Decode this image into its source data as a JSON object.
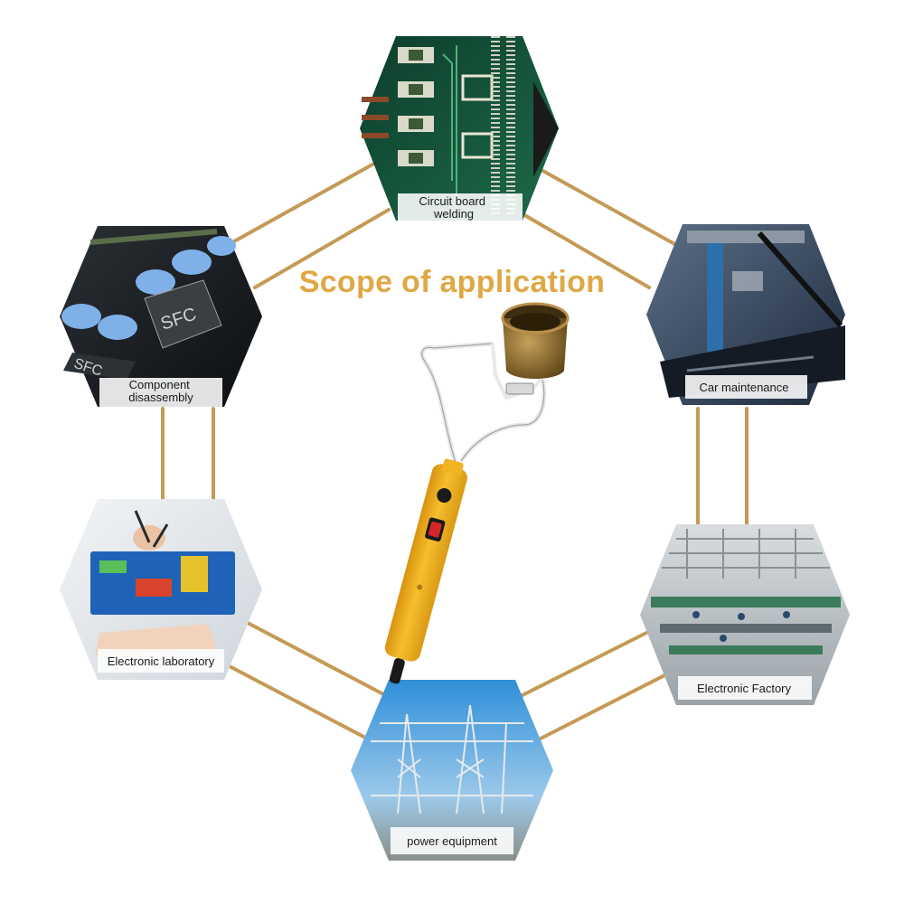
{
  "title": "Scope of application",
  "colors": {
    "connector": "#c49a55",
    "title": "#e0a845",
    "label_band": "#ffffff",
    "handle": "#f2b322",
    "handle_shade": "#d89410",
    "wire": "#e8e8e8",
    "pot": "#8a6a2e",
    "switch": "#d6262a"
  },
  "applications": [
    {
      "id": "circuit-board-welding",
      "label_lines": [
        "Circuit board",
        "welding"
      ],
      "image_icon": "pcb-smd-photo"
    },
    {
      "id": "car-maintenance",
      "label_lines": [
        "Car maintenance"
      ],
      "image_icon": "engine-bay-photo"
    },
    {
      "id": "electronic-factory",
      "label_lines": [
        "Electronic Factory"
      ],
      "image_icon": "factory-floor-photo"
    },
    {
      "id": "power-equipment",
      "label_lines": [
        "power equipment"
      ],
      "image_icon": "substation-photo"
    },
    {
      "id": "electronic-laboratory",
      "label_lines": [
        "Electronic laboratory"
      ],
      "image_icon": "lab-bench-photo"
    },
    {
      "id": "component-disassembly",
      "label_lines": [
        "Component",
        "disassembly"
      ],
      "image_icon": "capacitors-photo"
    }
  ],
  "product": {
    "image_icon": "tin-pot-desoldering-gun"
  }
}
